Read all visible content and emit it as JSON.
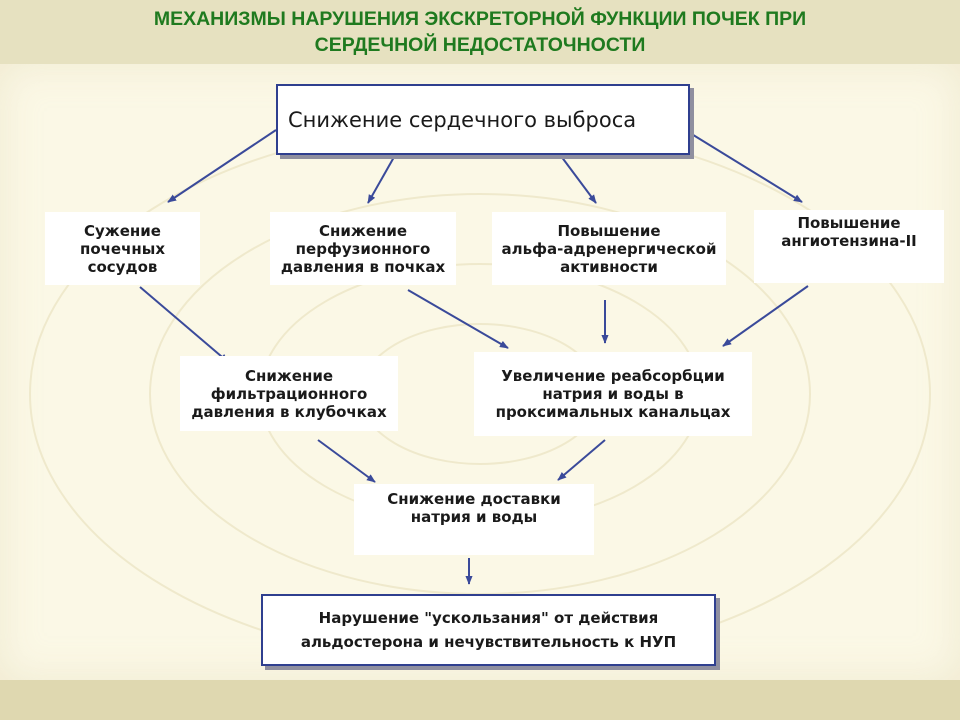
{
  "title": {
    "line1": "МЕХАНИЗМЫ НАРУШЕНИЯ ЭКСКРЕТОРНОЙ ФУНКЦИИ ПОЧЕК ПРИ",
    "line2": "СЕРДЕЧНОЙ НЕДОСТАТОЧНОСТИ"
  },
  "nodes": {
    "cardiac_output": "Снижение сердечного выброса",
    "renal_vessels": [
      "Сужение",
      "почечных",
      "сосудов"
    ],
    "perfusion_pressure": [
      "Снижение",
      "перфузионного",
      "давления в почках"
    ],
    "alpha_adrenergic": [
      "Повышение",
      "альфа-адренергической",
      "активности"
    ],
    "angiotensin": [
      "Повышение",
      "ангиотензина-II"
    ],
    "filtration_pressure": [
      "Снижение",
      "фильтрационного",
      "давления в клубочках"
    ],
    "reabsorption": [
      "Увеличение реабсорбции",
      "натрия и воды в",
      "проксимальных канальцах"
    ],
    "delivery": [
      "Снижение доставки",
      "натрия и воды"
    ],
    "escape": [
      "Нарушение \"ускользания\" от действия",
      "альдостерона и нечувствительность к НУП"
    ]
  },
  "colors": {
    "title": "#1f7a1f",
    "arrow": "#3a4a9a",
    "border": "#2f3f8f"
  }
}
